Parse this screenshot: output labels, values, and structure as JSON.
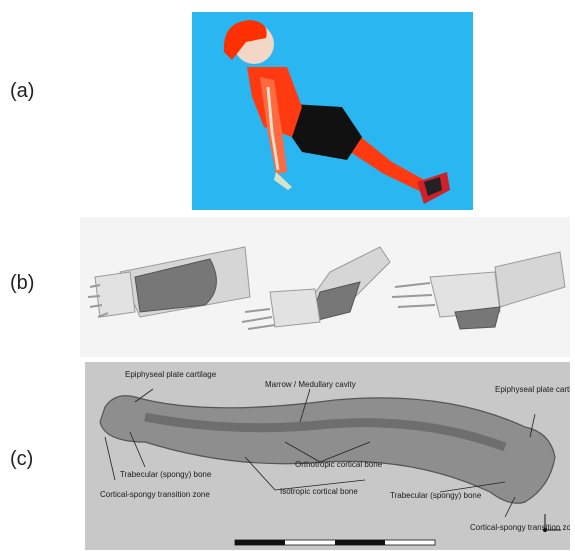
{
  "panel_labels": {
    "a": "(a)",
    "b": "(b)",
    "c": "(c)"
  },
  "colors": {
    "sky": "#29b6f1",
    "body": "#ff3a10",
    "shorts": "#111111",
    "helmet": "#ff3000",
    "bone": "#d9e0c8",
    "platform": "#d2202a"
  },
  "panel_c": {
    "labels": {
      "epiphyseal_left": "Epiphyseal plate\ncartilage",
      "marrow": "Marrow / Medullary cavity",
      "epiphyseal_right": "Epiphyseal plate\ncartilage",
      "orthotropic": "Orthotropic\ncortical bone",
      "trabecular_left": "Trabecular (spongy) bone",
      "isotropic": "Isotropic\ncortical bone",
      "cortical_left": "Cortical-spongy\ntransition zone",
      "trabecular_right": "Trabecular (spongy) bone",
      "cortical_right": "Cortical-spongy\ntransition zone"
    }
  }
}
